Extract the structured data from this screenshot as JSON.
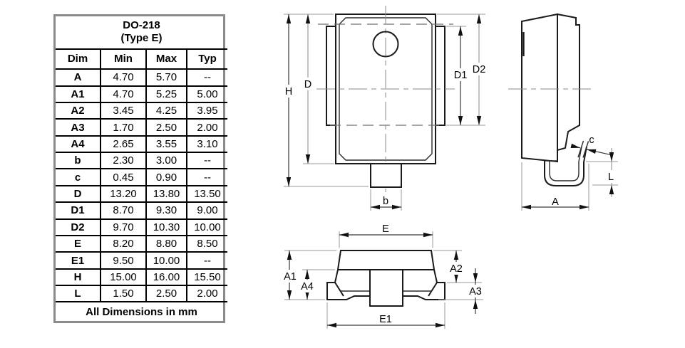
{
  "table": {
    "title_line1": "DO-218",
    "title_line2": "(Type E)",
    "headers": [
      "Dim",
      "Min",
      "Max",
      "Typ"
    ],
    "rows": [
      {
        "dim": "A",
        "min": "4.70",
        "max": "5.70",
        "typ": "--"
      },
      {
        "dim": "A1",
        "min": "4.70",
        "max": "5.25",
        "typ": "5.00"
      },
      {
        "dim": "A2",
        "min": "3.45",
        "max": "4.25",
        "typ": "3.95"
      },
      {
        "dim": "A3",
        "min": "1.70",
        "max": "2.50",
        "typ": "2.00"
      },
      {
        "dim": "A4",
        "min": "2.65",
        "max": "3.55",
        "typ": "3.10"
      },
      {
        "dim": "b",
        "min": "2.30",
        "max": "3.00",
        "typ": "--"
      },
      {
        "dim": "c",
        "min": "0.45",
        "max": "0.90",
        "typ": "--"
      },
      {
        "dim": "D",
        "min": "13.20",
        "max": "13.80",
        "typ": "13.50"
      },
      {
        "dim": "D1",
        "min": "8.70",
        "max": "9.30",
        "typ": "9.00"
      },
      {
        "dim": "D2",
        "min": "9.70",
        "max": "10.30",
        "typ": "10.00"
      },
      {
        "dim": "E",
        "min": "8.20",
        "max": "8.80",
        "typ": "8.50"
      },
      {
        "dim": "E1",
        "min": "9.50",
        "max": "10.00",
        "typ": "--"
      },
      {
        "dim": "H",
        "min": "15.00",
        "max": "16.00",
        "typ": "15.50"
      },
      {
        "dim": "L",
        "min": "1.50",
        "max": "2.50",
        "typ": "2.00"
      }
    ],
    "footer": "All Dimensions in mm"
  },
  "drawing": {
    "views": {
      "front": {
        "labels": {
          "H": "H",
          "D": "D",
          "D1": "D1",
          "D2": "D2",
          "b": "b"
        }
      },
      "side": {
        "labels": {
          "c": "c",
          "L": "L",
          "A": "A"
        }
      },
      "bottom": {
        "labels": {
          "E": "E",
          "E1": "E1",
          "A1": "A1",
          "A2": "A2",
          "A3": "A3",
          "A4": "A4"
        }
      }
    },
    "colors": {
      "object_line": "#1a1a1a",
      "dimension_line": "#3a3a3a",
      "extension_line": "#9a9a9a",
      "table_outer_border": "#8a8a8a",
      "text": "#000000"
    }
  }
}
